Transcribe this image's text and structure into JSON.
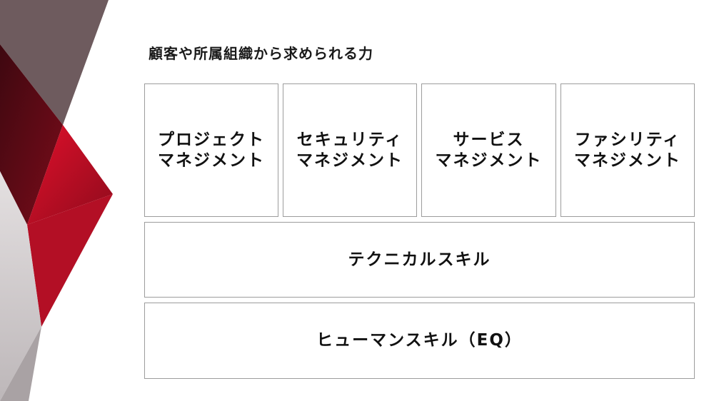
{
  "title": "顧客や所属組織から求められる力",
  "top_boxes": [
    {
      "line1": "プロジェクト",
      "line2": "マネジメント"
    },
    {
      "line1": "セキュリティ",
      "line2": "マネジメント"
    },
    {
      "line1": "サービス",
      "line2": "マネジメント"
    },
    {
      "line1": "ファシリティ",
      "line2": "マネジメント"
    }
  ],
  "technical_skill": "テクニカルスキル",
  "human_skill": "ヒューマンスキル（EQ）",
  "colors": {
    "accent_red": "#c8102e",
    "dark_red": "#5e0a14",
    "mauve": "#6b5a5c",
    "light_gray": "#d3cfd0",
    "border": "#9c9c9c"
  }
}
